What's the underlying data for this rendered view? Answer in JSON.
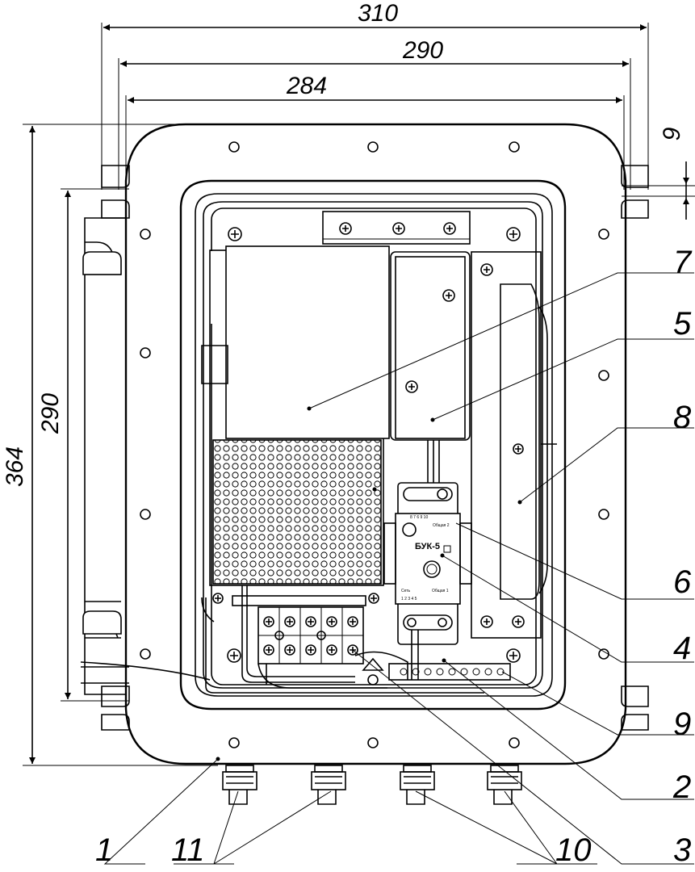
{
  "dimensions": {
    "width_310": "310",
    "width_290": "290",
    "width_284": "284",
    "gap_9": "9",
    "height_364": "364",
    "height_290": "290"
  },
  "device": {
    "model": "БУК-5",
    "contact_labels_top": "8 7 6 9 10",
    "contact_labels_bottom": "1 2 3 4 5",
    "left_label": "Сеть",
    "right_label": "Общая 1",
    "right_label_top": "Общая 2"
  },
  "callouts": [
    {
      "id": "c1",
      "label": "1"
    },
    {
      "id": "c2",
      "label": "2"
    },
    {
      "id": "c3",
      "label": "3"
    },
    {
      "id": "c4",
      "label": "4"
    },
    {
      "id": "c5",
      "label": "5"
    },
    {
      "id": "c6",
      "label": "6"
    },
    {
      "id": "c7",
      "label": "7"
    },
    {
      "id": "c8",
      "label": "8"
    },
    {
      "id": "c9",
      "label": "9"
    },
    {
      "id": "c10",
      "label": "10"
    },
    {
      "id": "c11",
      "label": "11"
    }
  ]
}
